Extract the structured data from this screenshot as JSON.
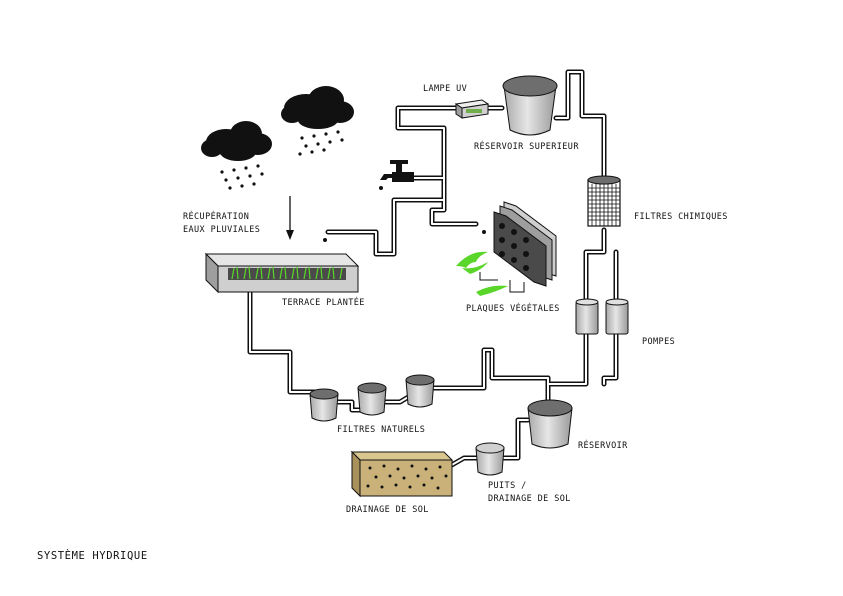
{
  "diagram": {
    "caption": "SYSTÈME HYDRIQUE",
    "labels": {
      "recuperation": "RÉCUPÉRATION\nEAUX PLUVIALES",
      "terrace": "TERRACE PLANTÉE",
      "filtres_naturels": "FILTRES NATURELS",
      "drainage": "DRAINAGE DE SOL",
      "puits": "PUITS /\nDRAINAGE DE SOL",
      "reservoir": "RÉSERVOIR",
      "pompes": "POMPES",
      "filtres_chimiques": "FILTRES CHIMIQUES",
      "plaques": "PLAQUES VÉGÉTALES",
      "reservoir_sup": "RÉSERVOIR SUPERIEUR",
      "lampe_uv": "LAMPE UV"
    },
    "colors": {
      "pipe": "#111111",
      "cloud": "#111111",
      "tank_body": "#d9d9d9",
      "tank_top": "#6e6e6e",
      "soil": "#c9b179",
      "plants": "#5ad62a",
      "planter": "#cfcfcf"
    },
    "icons": [
      "rain-cloud-icon",
      "faucet-icon",
      "down-arrow-icon"
    ]
  }
}
